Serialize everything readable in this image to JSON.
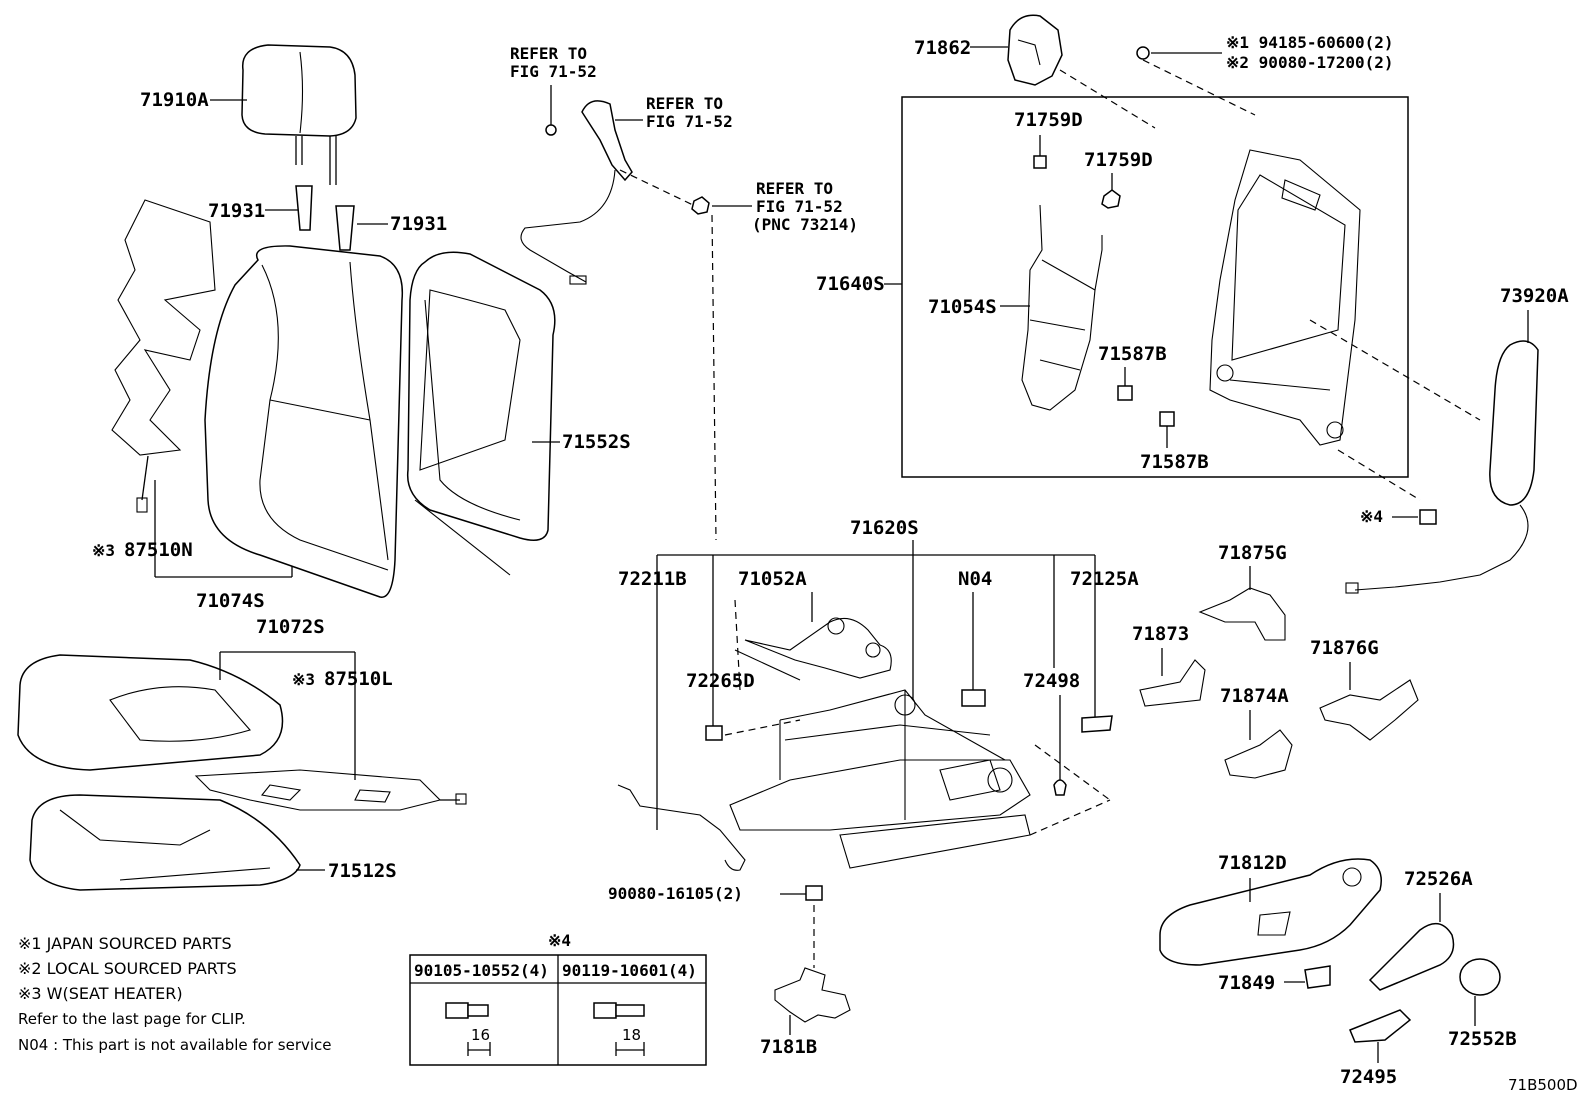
{
  "figure_code": "71B500D",
  "parts": {
    "p71910A": "71910A",
    "p71931_a": "71931",
    "p71931_b": "71931",
    "p87510N": "87510N",
    "p87510N_mark": "※3",
    "p71074S": "71074S",
    "p71552S": "71552S",
    "p71072S": "71072S",
    "p87510L": "87510L",
    "p87510L_mark": "※3",
    "p71512S": "71512S",
    "p71862": "71862",
    "p71759D_a": "71759D",
    "p71759D_b": "71759D",
    "p71640S": "71640S",
    "p71054S": "71054S",
    "p71587B_a": "71587B",
    "p71587B_b": "71587B",
    "p73920A": "73920A",
    "p4_mark": "※4",
    "p71620S": "71620S",
    "p72211B": "72211B",
    "p71052A": "71052A",
    "pN04": "N04",
    "p72125A": "72125A",
    "p72265D": "72265D",
    "p72498": "72498",
    "p71875G": "71875G",
    "p71873": "71873",
    "p71876G": "71876G",
    "p71874A": "71874A",
    "p71812D": "71812D",
    "p72526A": "72526A",
    "p71849": "71849",
    "p72552B": "72552B",
    "p72495": "72495",
    "p7181B": "7181B",
    "bolt_90080_16105": "90080-16105(2)"
  },
  "refs": {
    "r1_line1": "REFER TO",
    "r1_line2": "FIG 71-52",
    "r2_line1": "REFER TO",
    "r2_line2": "FIG 71-52",
    "r3_line1": "REFER TO",
    "r3_line2": "FIG 71-52",
    "r3_line3": "(PNC 73214)"
  },
  "bolt_callout": {
    "line1": "※1 94185-60600(2)",
    "line2": "※2 90080-17200(2)"
  },
  "legend": {
    "l1": "※1  JAPAN SOURCED PARTS",
    "l2": "※2  LOCAL SOURCED PARTS",
    "l3": "※3  W(SEAT HEATER)",
    "l4": "Refer to the last page for CLIP.",
    "l5": "N04 : This part is not available for service"
  },
  "bolt_table": {
    "mark": "※4",
    "col1_part": "90105-10552(4)",
    "col2_part": "90119-10601(4)",
    "col1_len": "16",
    "col2_len": "18"
  }
}
